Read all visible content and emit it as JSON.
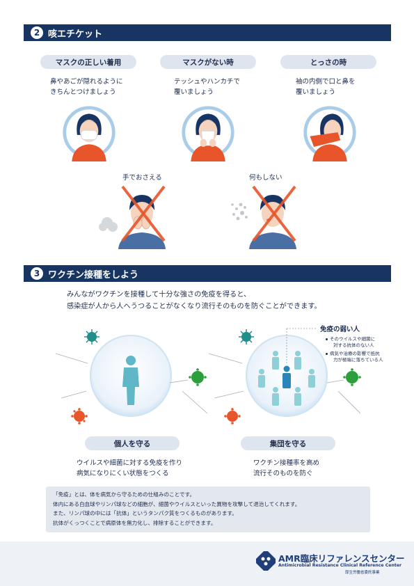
{
  "sec2": {
    "num": "2",
    "title": "咳エチケット",
    "cols": [
      {
        "label": "マスクの正しい着用",
        "line1": "鼻やあごが隠れるように",
        "line2": "きちんとつけましょう"
      },
      {
        "label": "マスクがない時",
        "line1": "テッシュやハンカチで",
        "line2": "覆いましょう"
      },
      {
        "label": "とっさの時",
        "line1": "袖の内側で口と鼻を",
        "line2": "覆いましょう"
      }
    ],
    "bad": [
      "手でおさえる",
      "何もしない"
    ]
  },
  "sec3": {
    "num": "3",
    "title": "ワクチン接種をしよう",
    "intro1": "みんながワクチンを接種して十分な強さの免疫を得ると、",
    "intro2": "感染症が人から人へうつることがなくなり流行そのものを防ぐことができます。",
    "weak_title": "免疫の弱い人",
    "weak_items": [
      "そのウイルスや細菌に",
      "対する抗体のない人",
      "病気や治療の影響で抵抗",
      "力が極端に落ちている人"
    ],
    "left_label": "個人を守る",
    "left_l1": "ウイルスや細菌に対する免疫を作り",
    "left_l2": "病気になりにくい状態をつくる",
    "right_label": "集団を守る",
    "right_l1": "ワクチン接種率を高め",
    "right_l2": "流行そのものを防ぐ"
  },
  "note": [
    "「免疫」とは、体を病気から守るための仕組みのことです。",
    "体内にある白血球やリンパ球などの細胞が、細菌やウイルスといった異物を攻撃して退治してくれます。",
    "また、リンパ球の中には「抗体」というタンパク質をつくるものがあります。",
    "抗体がくっつくことで病原体を無力化し、排除することができます。"
  ],
  "footer": {
    "logo_main": "AMR臨床リファレンスセンター",
    "logo_en": "Antimicrobial Resistance Clinical Reference Center",
    "logo_sub": "厚生労働省委託事業"
  },
  "colors": {
    "navy": "#173463",
    "pill": "#dfe5ee",
    "orange": "#e8552a",
    "green": "#2a9f3b",
    "teal": "#2a8a8a",
    "light_blue": "#a9cce8"
  }
}
